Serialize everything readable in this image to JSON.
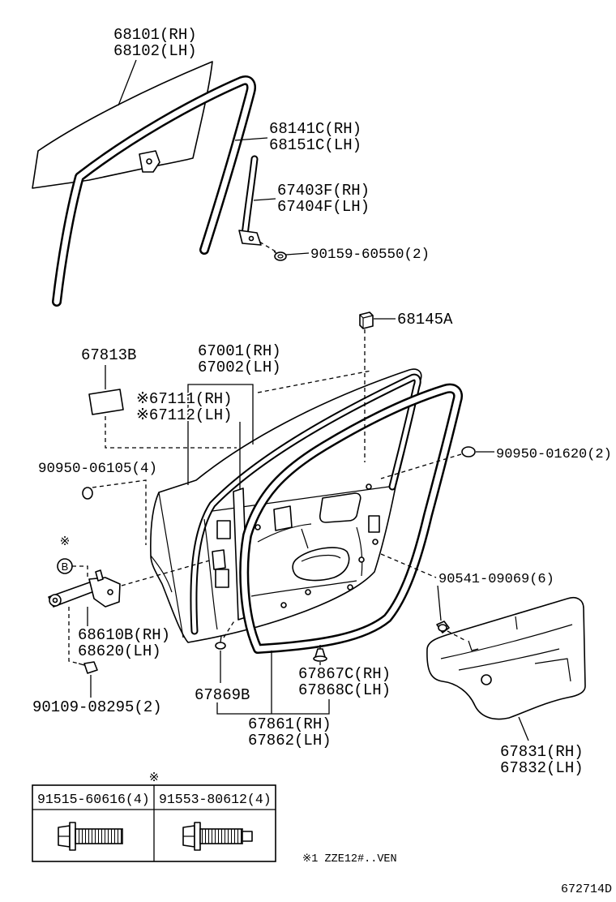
{
  "parts": {
    "glass": {
      "rh": "68101(RH)",
      "lh": "68102(LH)"
    },
    "run": {
      "rh": "68141C(RH)",
      "lh": "68151C(LH)"
    },
    "division_bar": {
      "rh": "67403F(RH)",
      "lh": "67404F(LH)"
    },
    "run_screw": "90159-60550(2)",
    "cushion": "68145A",
    "plate": "67813B",
    "door_panel": {
      "rh": "67001(RH)",
      "lh": "67002(LH)"
    },
    "reinforcement": {
      "rh": "※67111(RH)",
      "lh": "※67112(LH)"
    },
    "hole_plug_left": "90950-06105(4)",
    "hole_plug_right": "90950-01620(2)",
    "door_check": {
      "rh": "68610B(RH)",
      "lh": "68620(LH)"
    },
    "cover_clip": "90541-09069(6)",
    "bolt_67869": "67869B",
    "weatherstrip_clip": {
      "rh": "67867C(RH)",
      "lh": "67868C(LH)"
    },
    "check_bolt": "90109-08295(2)",
    "weatherstrip": {
      "rh": "67861(RH)",
      "lh": "67862(LH)"
    },
    "hole_cover": {
      "rh": "67831(RH)",
      "lh": "67832(LH)"
    }
  },
  "callout": {
    "mark": "※",
    "ref": "B"
  },
  "bolt_table": {
    "mark": "※",
    "left": "91515-60616(4)",
    "right": "91553-80612(4)"
  },
  "note": "※1 ZZE12#..VEN",
  "figure_code": "672714D"
}
